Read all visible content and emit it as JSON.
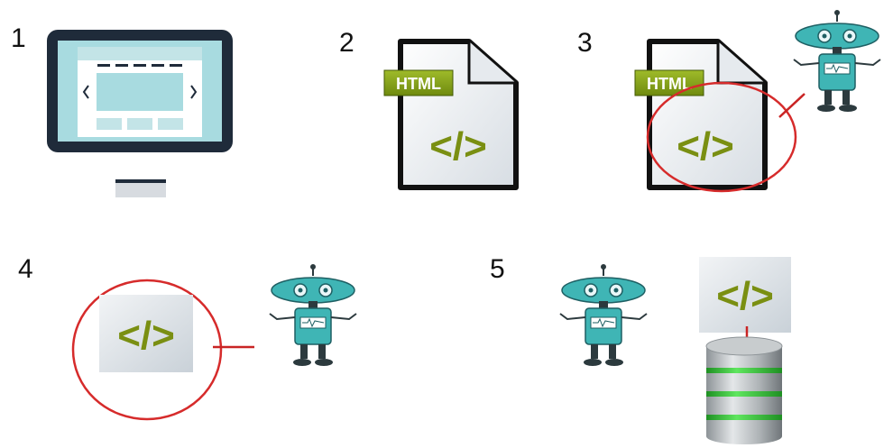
{
  "steps": [
    {
      "number": "1"
    },
    {
      "number": "2",
      "file_tag": "HTML",
      "code_symbol": "</>"
    },
    {
      "number": "3",
      "file_tag": "HTML",
      "code_symbol": "</>"
    },
    {
      "number": "4",
      "code_symbol": "</>"
    },
    {
      "number": "5",
      "code_symbol": "</>"
    }
  ],
  "colors": {
    "monitor_frame": "#1f2b3a",
    "monitor_screen": "#a8dbe0",
    "robot_body": "#3fb5b5",
    "code_green": "#7a8f12",
    "html_tag": "#8aa61a",
    "highlight_circle": "#d62b2b",
    "connector_red": "#c92424",
    "db_silver": "#bfc4c7",
    "db_green": "#35c93a"
  }
}
